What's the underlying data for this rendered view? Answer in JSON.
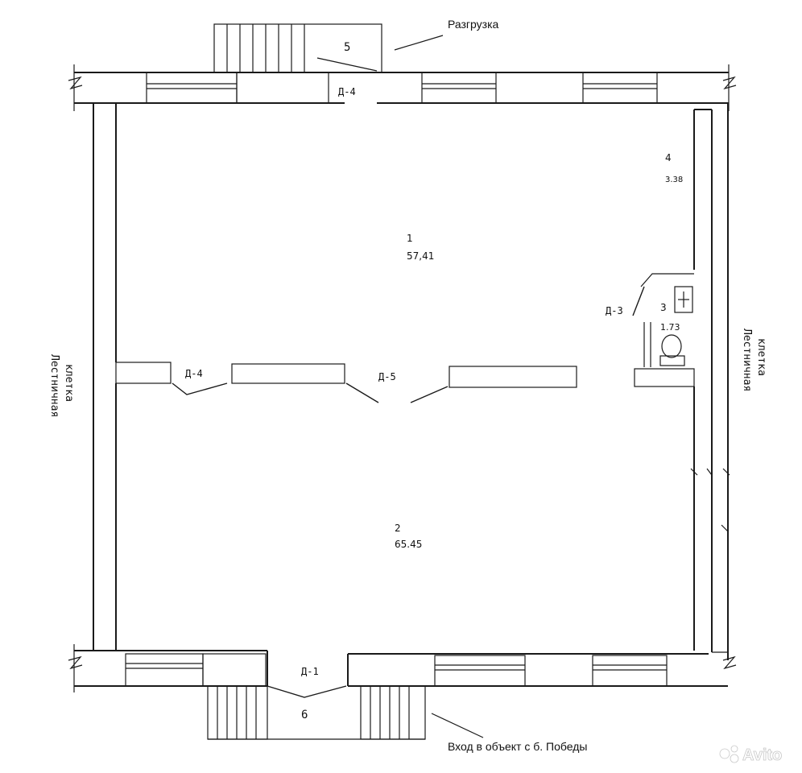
{
  "annotations": {
    "unloading": "Разгрузка",
    "entrance": "Вход в объект с б. Победы",
    "stair_left": [
      "Лестничная",
      "клетка"
    ],
    "stair_right": [
      "Лестничная",
      "клетка"
    ]
  },
  "rooms": [
    {
      "number": "1",
      "area": "57,41"
    },
    {
      "number": "2",
      "area": "65.45"
    },
    {
      "number": "3",
      "area": "1.73"
    },
    {
      "number": "4",
      "area": "3.38"
    }
  ],
  "openings": {
    "top": "5",
    "bottom": "6"
  },
  "doors": {
    "d4_top": "Д-4",
    "d4_mid": "Д-4",
    "d5": "Д-5",
    "d3": "Д-3",
    "d1": "Д-1"
  },
  "watermark": "Avito"
}
